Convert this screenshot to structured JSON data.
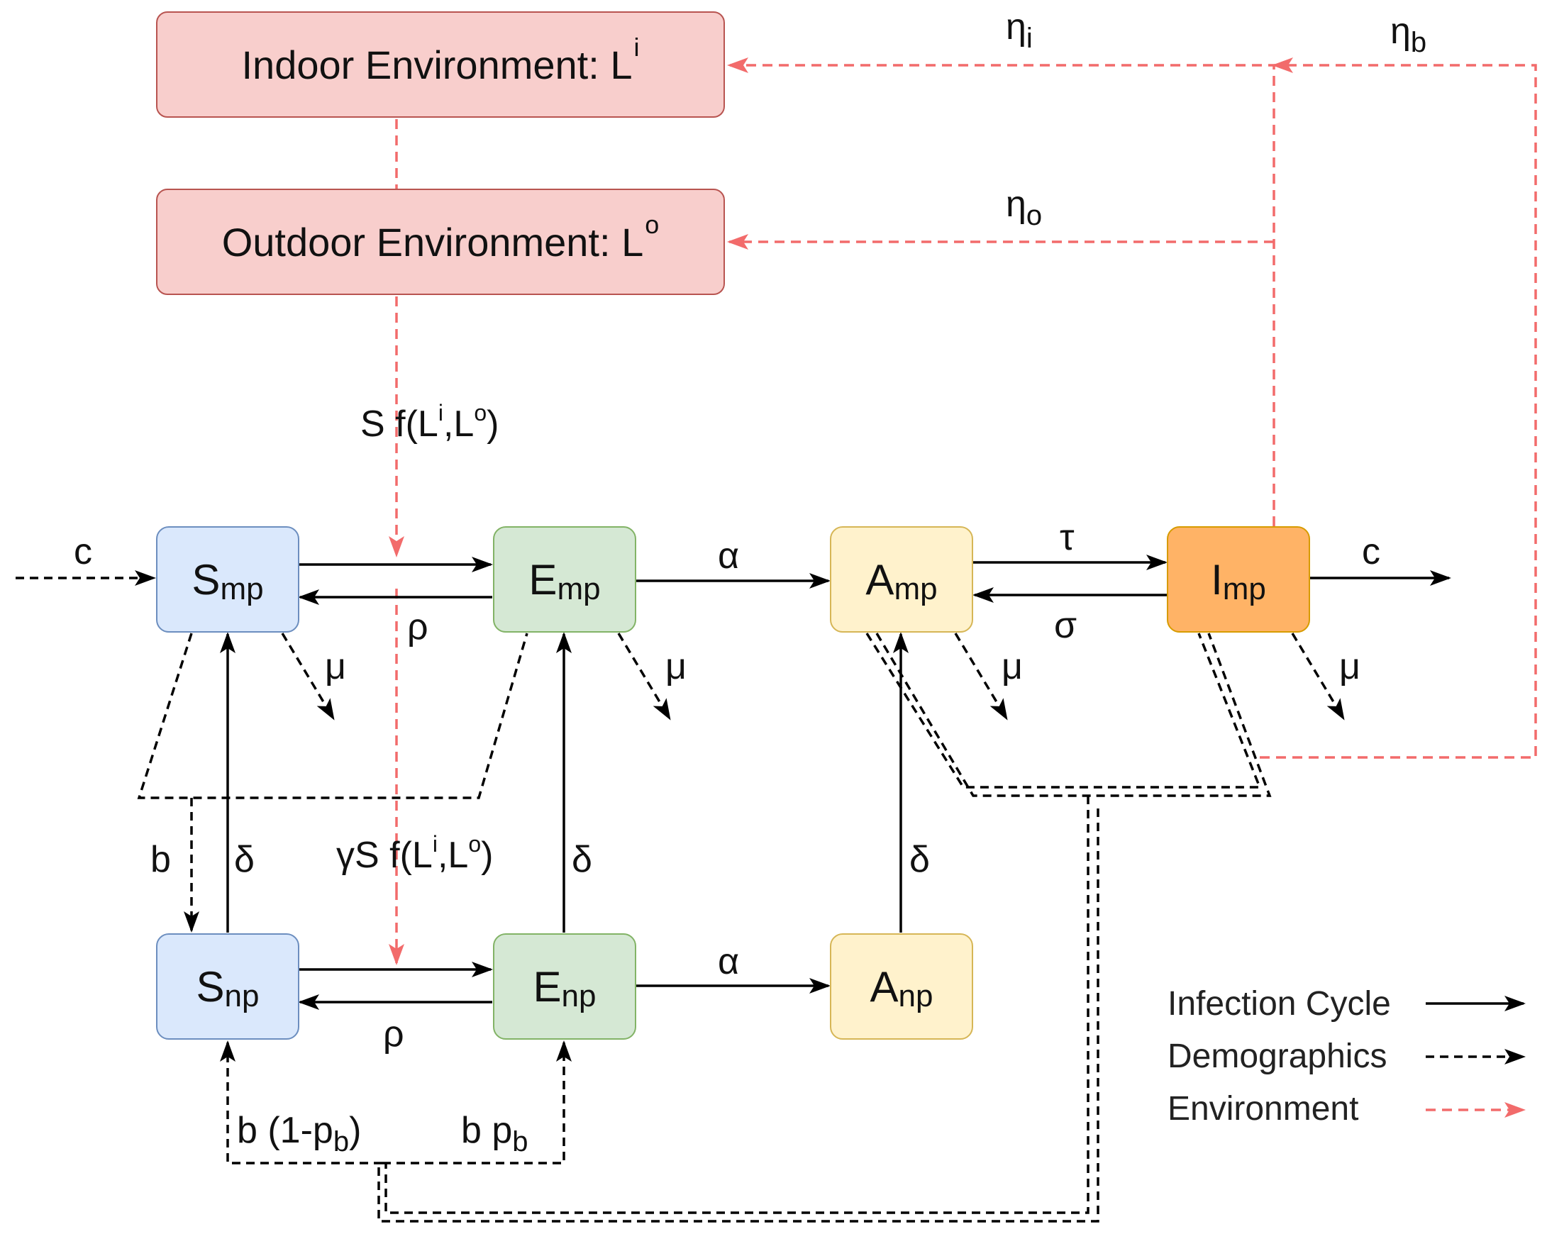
{
  "environments": {
    "indoor": {
      "text": "Indoor Environment: L",
      "sup": "i"
    },
    "outdoor": {
      "text": "Outdoor Environment: L",
      "sup": "o"
    }
  },
  "compartments": {
    "s_mp": {
      "base": "S",
      "sub": "mp"
    },
    "e_mp": {
      "base": "E",
      "sub": "mp"
    },
    "a_mp": {
      "base": "A",
      "sub": "mp"
    },
    "i_mp": {
      "base": "I",
      "sub": "mp"
    },
    "s_np": {
      "base": "S",
      "sub": "np"
    },
    "e_np": {
      "base": "E",
      "sub": "np"
    },
    "a_np": {
      "base": "A",
      "sub": "np"
    }
  },
  "labels": {
    "eta_i": {
      "base": "η",
      "sub": "i"
    },
    "eta_b": {
      "base": "η",
      "sub": "b"
    },
    "eta_o": {
      "base": "η",
      "sub": "o"
    },
    "force_mp": {
      "a": "S f(L",
      "sup1": "i",
      "b": ",L",
      "sup2": "o",
      "c": ")"
    },
    "force_np": {
      "a": "γS f(L",
      "sup1": "i",
      "b": ",L",
      "sup2": "o",
      "c": ")"
    },
    "c_in": "c",
    "c_out": "c",
    "rho_mp": "ρ",
    "rho_np": "ρ",
    "alpha_mp": "α",
    "alpha_np": "α",
    "tau": "τ",
    "sigma": "σ",
    "mu_s": "μ",
    "mu_e": "μ",
    "mu_a": "μ",
    "mu_i": "μ",
    "b_birth": "b",
    "delta_s": "δ",
    "delta_e": "δ",
    "delta_a": "δ",
    "b_one_minus_pb": {
      "a": "b (1-p",
      "sub": "b",
      "c": ")"
    },
    "b_pb": {
      "a": "b p",
      "sub": "b"
    }
  },
  "legend": {
    "infection": "Infection Cycle",
    "demographics": "Demographics",
    "environment": "Environment"
  },
  "colors": {
    "environment_fill": "#f8cecc",
    "environment_stroke": "#f26b6b",
    "susceptible_fill": "#dae8fc",
    "exposed_fill": "#d5e8d4",
    "asymptomatic_fill": "#fff2cc",
    "infected_fill": "#ffb366",
    "arrow": "#000000"
  }
}
